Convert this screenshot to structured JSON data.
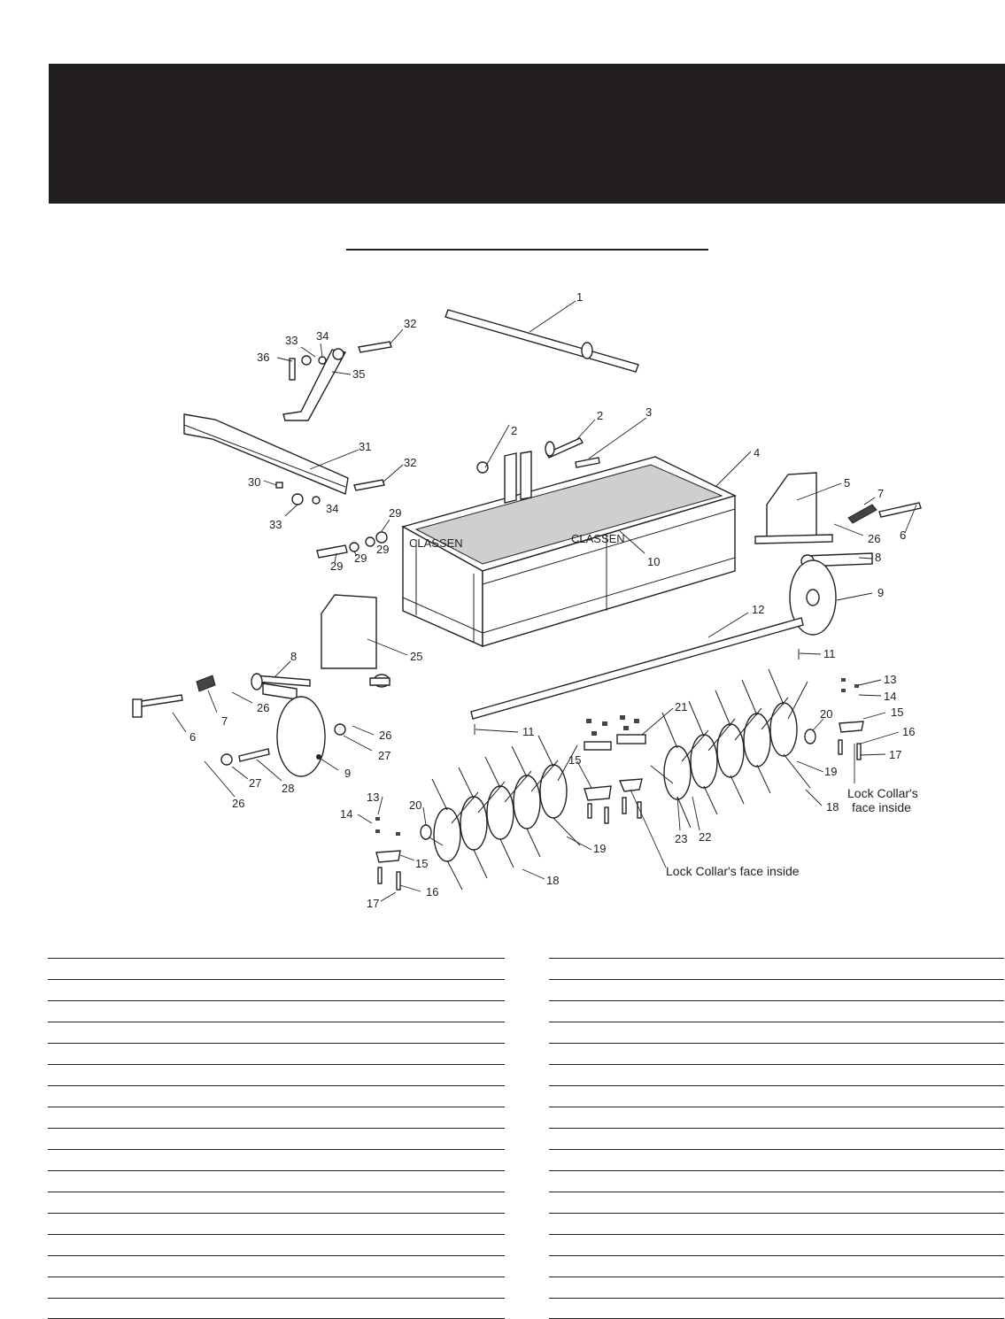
{
  "header": {
    "title": "",
    "subtitle": ""
  },
  "section_heading": "",
  "diagram": {
    "callouts": [
      {
        "id": "c1",
        "text": "1"
      },
      {
        "id": "c2a",
        "text": "2"
      },
      {
        "id": "c2b",
        "text": "2"
      },
      {
        "id": "c3",
        "text": "3"
      },
      {
        "id": "c4",
        "text": "4"
      },
      {
        "id": "c5",
        "text": "5"
      },
      {
        "id": "c6a",
        "text": "6"
      },
      {
        "id": "c6b",
        "text": "6"
      },
      {
        "id": "c7a",
        "text": "7"
      },
      {
        "id": "c7b",
        "text": "7"
      },
      {
        "id": "c8a",
        "text": "8"
      },
      {
        "id": "c8b",
        "text": "8"
      },
      {
        "id": "c9a",
        "text": "9"
      },
      {
        "id": "c9b",
        "text": "9"
      },
      {
        "id": "c10",
        "text": "10"
      },
      {
        "id": "c11a",
        "text": "11"
      },
      {
        "id": "c11b",
        "text": "11"
      },
      {
        "id": "c12",
        "text": "12"
      },
      {
        "id": "c13a",
        "text": "13"
      },
      {
        "id": "c13b",
        "text": "13"
      },
      {
        "id": "c14a",
        "text": "14"
      },
      {
        "id": "c14b",
        "text": "14"
      },
      {
        "id": "c15a",
        "text": "15"
      },
      {
        "id": "c15b",
        "text": "15"
      },
      {
        "id": "c15c",
        "text": "15"
      },
      {
        "id": "c16a",
        "text": "16"
      },
      {
        "id": "c16b",
        "text": "16"
      },
      {
        "id": "c17a",
        "text": "17"
      },
      {
        "id": "c17b",
        "text": "17"
      },
      {
        "id": "c18a",
        "text": "18"
      },
      {
        "id": "c18b",
        "text": "18"
      },
      {
        "id": "c19a",
        "text": "19"
      },
      {
        "id": "c19b",
        "text": "19"
      },
      {
        "id": "c20a",
        "text": "20"
      },
      {
        "id": "c20b",
        "text": "20"
      },
      {
        "id": "c21",
        "text": "21"
      },
      {
        "id": "c22",
        "text": "22"
      },
      {
        "id": "c23",
        "text": "23"
      },
      {
        "id": "c25",
        "text": "25"
      },
      {
        "id": "c26a",
        "text": "26"
      },
      {
        "id": "c26b",
        "text": "26"
      },
      {
        "id": "c26c",
        "text": "26"
      },
      {
        "id": "c26d",
        "text": "26"
      },
      {
        "id": "c27a",
        "text": "27"
      },
      {
        "id": "c27b",
        "text": "27"
      },
      {
        "id": "c28",
        "text": "28"
      },
      {
        "id": "c29a",
        "text": "29"
      },
      {
        "id": "c29b",
        "text": "29"
      },
      {
        "id": "c29c",
        "text": "29"
      },
      {
        "id": "c29d",
        "text": "29"
      },
      {
        "id": "c30",
        "text": "30"
      },
      {
        "id": "c31",
        "text": "31"
      },
      {
        "id": "c32a",
        "text": "32"
      },
      {
        "id": "c32b",
        "text": "32"
      },
      {
        "id": "c33a",
        "text": "33"
      },
      {
        "id": "c33b",
        "text": "33"
      },
      {
        "id": "c34a",
        "text": "34"
      },
      {
        "id": "c34b",
        "text": "34"
      },
      {
        "id": "c35",
        "text": "35"
      },
      {
        "id": "c36",
        "text": "36"
      }
    ],
    "brand_text": "CLASSEN",
    "notes": {
      "lock_collar_bottom": "Lock Collar's face inside",
      "lock_collar_right_1": "Lock Collar's",
      "lock_collar_right_2": "face inside"
    }
  },
  "parts_table": {
    "left_rows": 17,
    "right_rows": 17
  }
}
